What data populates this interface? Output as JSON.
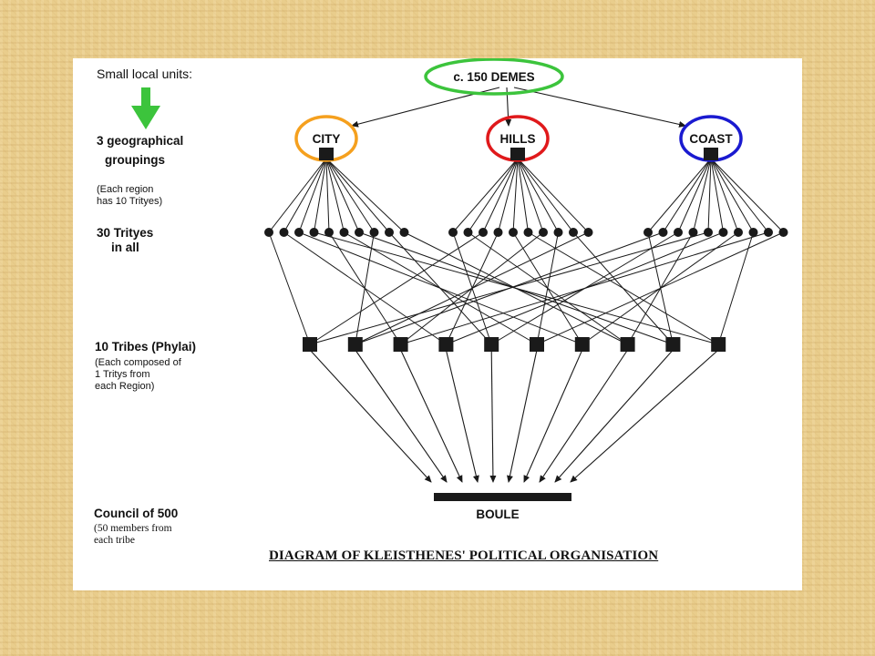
{
  "labels": {
    "small_local_units": "Small local units:",
    "geo_line1": "3 geographical",
    "geo_line2": "groupings",
    "region_note_line1": "(Each region",
    "region_note_line2": "has 10 Trityes)",
    "trityes_line1": "30 Trityes",
    "trityes_line2": "in all",
    "tribes_line1": "10 Tribes (Phylai)",
    "tribes_note_line1": "(Each composed of",
    "tribes_note_line2": "1 Tritys from",
    "tribes_note_line3": "each Region)",
    "council_title": "Council of 500",
    "council_note_line1": "(50 members from",
    "council_note_line2": "each tribe",
    "title": "DIAGRAM OF KLEISTHENES' POLITICAL ORGANISATION"
  },
  "nodes": {
    "demes": "c. 150 DEMES",
    "regions": [
      "CITY",
      "HILLS",
      "COAST"
    ],
    "boule": "BOULE"
  },
  "colors": {
    "demes_ring": "#3cc43c",
    "region_rings": [
      "#f5a01e",
      "#e0191b",
      "#1a1ad0"
    ],
    "down_arrow": "#3cc43c",
    "ink": "#1a1a1a"
  },
  "counts": {
    "regions": 3,
    "trityes_per_region": 10,
    "tribes": 10
  }
}
